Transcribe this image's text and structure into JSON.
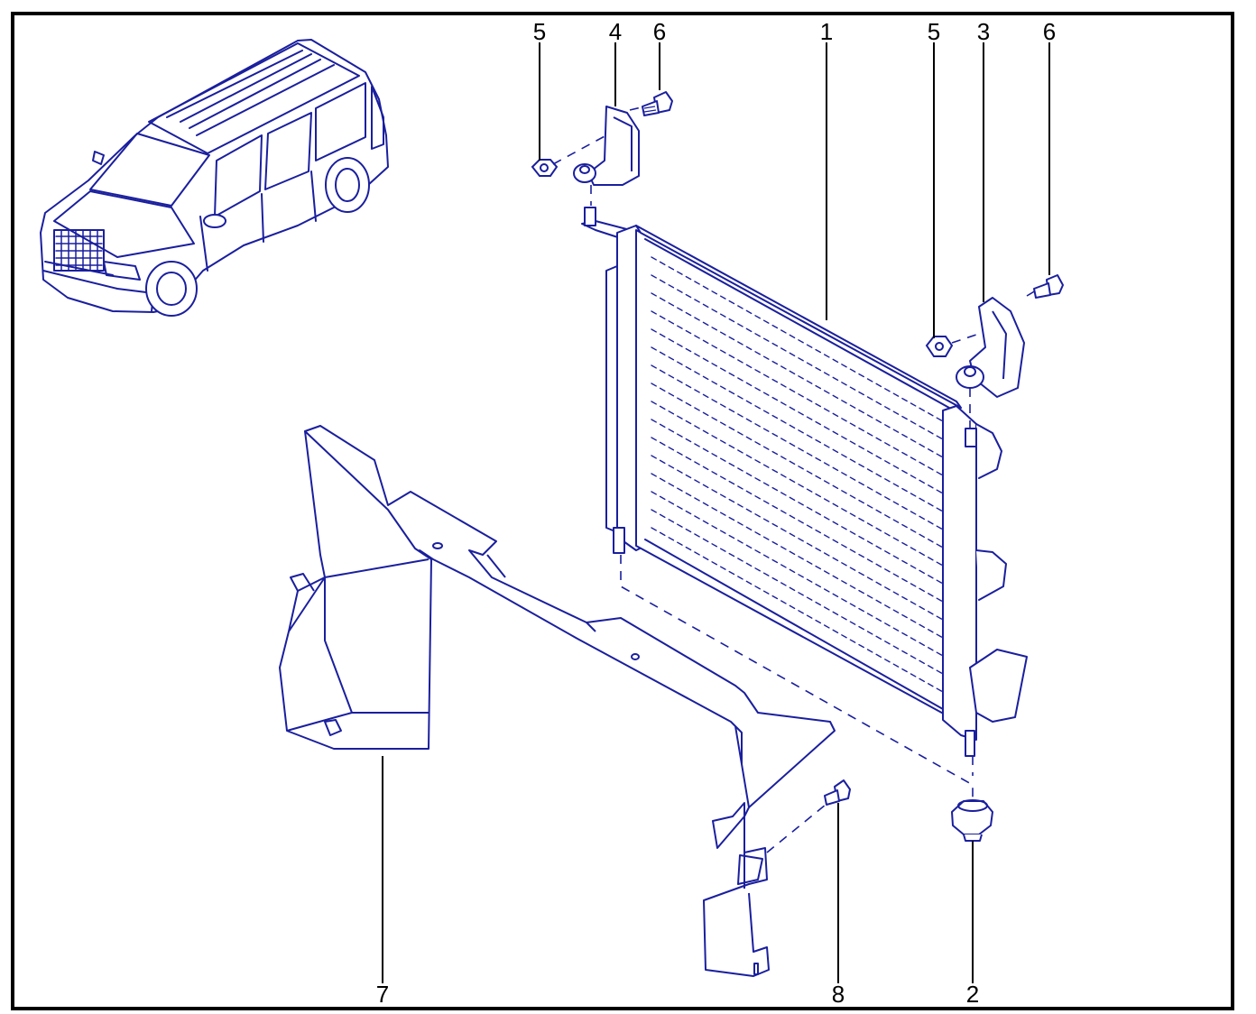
{
  "colors": {
    "linework": "#1a1f9e",
    "fill": "#ffffff",
    "frame": "#000000",
    "leader": "#000000",
    "callout_text": "#000000"
  },
  "callouts": [
    {
      "id": "c-5-left",
      "label": "5"
    },
    {
      "id": "c-4",
      "label": "4"
    },
    {
      "id": "c-6-left",
      "label": "6"
    },
    {
      "id": "c-1",
      "label": "1"
    },
    {
      "id": "c-5-right",
      "label": "5"
    },
    {
      "id": "c-3",
      "label": "3"
    },
    {
      "id": "c-6-right",
      "label": "6"
    },
    {
      "id": "c-7",
      "label": "7"
    },
    {
      "id": "c-8",
      "label": "8"
    },
    {
      "id": "c-2",
      "label": "2"
    }
  ]
}
